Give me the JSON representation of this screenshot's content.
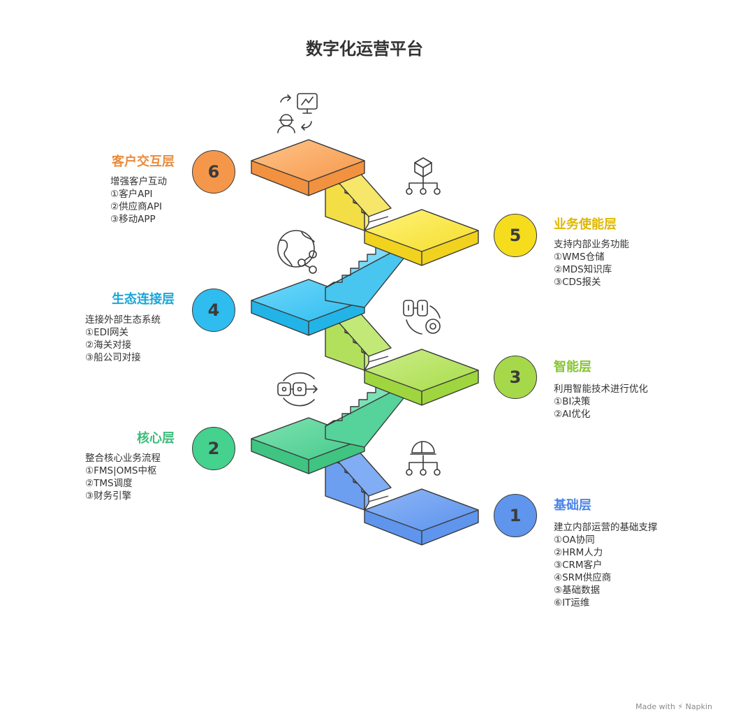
{
  "title": "数字化运营平台",
  "watermark": "Made with ⚡ Napkin",
  "layers": [
    {
      "num": "1",
      "title": "基础层",
      "color": "#4d86e8",
      "desc": [
        "建立内部运营的基础支撑",
        "①OA协同",
        "②HRM人力",
        "③CRM客户",
        "④SRM供应商",
        "⑤基础数据",
        "⑥IT运维"
      ]
    },
    {
      "num": "2",
      "title": "核心层",
      "color": "#3dbb7a",
      "desc": [
        "整合核心业务流程",
        "①FMS|OMS中枢",
        "②TMS调度",
        "③财务引擎"
      ]
    },
    {
      "num": "3",
      "title": "智能层",
      "color": "#86c531",
      "desc": [
        "利用智能技术进行优化",
        "①BI决策",
        "②AI优化"
      ]
    },
    {
      "num": "4",
      "title": "生态连接层",
      "color": "#1aa6d8",
      "desc": [
        "连接外部生态系统",
        "①EDI网关",
        "②海关对接",
        "③船公司对接"
      ]
    },
    {
      "num": "5",
      "title": "业务使能层",
      "color": "#e7c21a",
      "desc": [
        "支持内部业务功能",
        "①WMS仓储",
        "②MDS知识库",
        "③CDS报关"
      ]
    },
    {
      "num": "6",
      "title": "客户交互层",
      "color": "#ea8b3c",
      "desc": [
        "增强客户互动",
        "①客户API",
        "②供应商API",
        "③移动APP"
      ]
    }
  ],
  "icons": [
    "hardhat-hierarchy-icon",
    "link-chain-arrow-icon",
    "servers-gear-icon",
    "globe-share-icon",
    "cube-hierarchy-icon",
    "person-chart-exchange-icon"
  ]
}
